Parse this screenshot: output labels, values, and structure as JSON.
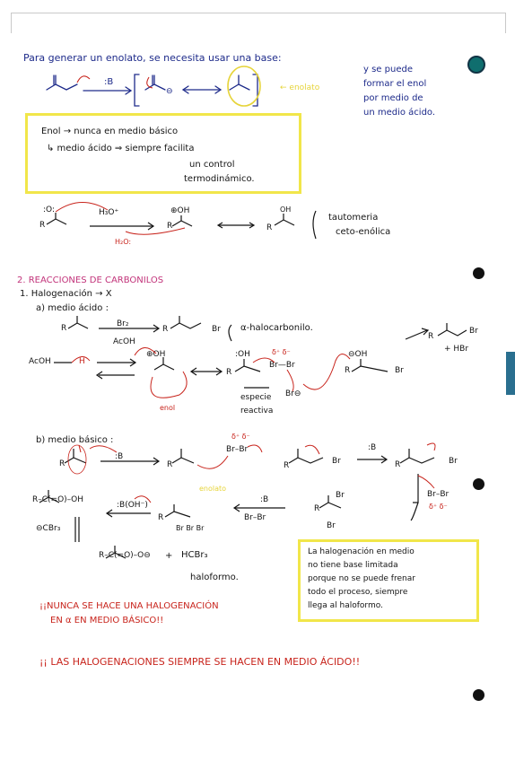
{
  "header_line1": "Para generar un enolato, se necesita usar una base:",
  "header_note": [
    "y se puede",
    "formar el enol",
    "por medio de",
    "un medio ácido."
  ],
  "top_scheme": {
    "base": ":B",
    "charge_minus": "⊖",
    "enolato_label": "← enolato"
  },
  "box1": {
    "lines": [
      "Enol → nunca en medio básico",
      "↳ medio ácido ⇒ siempre facilita",
      "un control",
      "termodinámico."
    ]
  },
  "tautomeria": {
    "reagent_top": "H₃O⁺",
    "reagent_bottom": "H₂O:",
    "oplus_oh": "⊕OH",
    "oh_label": "OH",
    "r_label": "R",
    "o_label": ":O:",
    "label": [
      "tautomeria",
      "ceto-enólica"
    ]
  },
  "section2": {
    "title": "2. REACCIONES DE CARBONILOS",
    "sub1": "1. Halogenación → X",
    "a_title": "a) medio ácido :",
    "a_reagents": [
      "Br₂",
      "AcOH"
    ],
    "a_product_label": "α-halocarbonilo.",
    "a_mech_acoh": "AcOH",
    "a_mech_h": "H",
    "a_mech_oplus": "⊖OH",
    "a_mech_oh": ":OH",
    "a_mech_brbr": "Br—Br",
    "a_mech_delta": "δ⁺ δ⁻",
    "a_mech_br_minus": "Br⊖",
    "a_mech_oh_plus": "⊕OH",
    "a_mech_especie": [
      "especie",
      "reactiva"
    ],
    "a_mech_enol": "enol",
    "a_final_br": "Br",
    "a_final_hbr": "+ HBr",
    "b_title": "b) medio básico :",
    "b_base": ":B",
    "b_enolato": "enolato",
    "b_brbr": "Br–Br",
    "b_delta": "δ⁺ δ⁻",
    "b_acid": "R–C(=O)–OH",
    "b_cbr3": "⊖CBr₃",
    "b_boh": ":B(OH⁻)",
    "b_b2": ":B",
    "b_brbr2": "Br–Br",
    "b_brbr_vertical": "Br–Br",
    "b_product_br3": "Br Br Br",
    "b_carboxylate": "R–C(=O)–O⊖",
    "b_plus": "+",
    "b_hcbr3": "HCBr₃",
    "b_haloformo": "haloformo.",
    "box2": [
      "La halogenación en medio",
      "no tiene base limitada",
      "porque no se puede frenar",
      "todo el proceso, siempre",
      "llega al haloformo."
    ],
    "warn1": [
      "¡¡NUNCA SE HACE UNA HALOGENACIÓN",
      "EN α EN MEDIO BÁSICO!!"
    ],
    "warn2": "¡¡ LAS HALOGENACIONES SIEMPRE SE HACEN EN MEDIO ÁCIDO!!"
  }
}
